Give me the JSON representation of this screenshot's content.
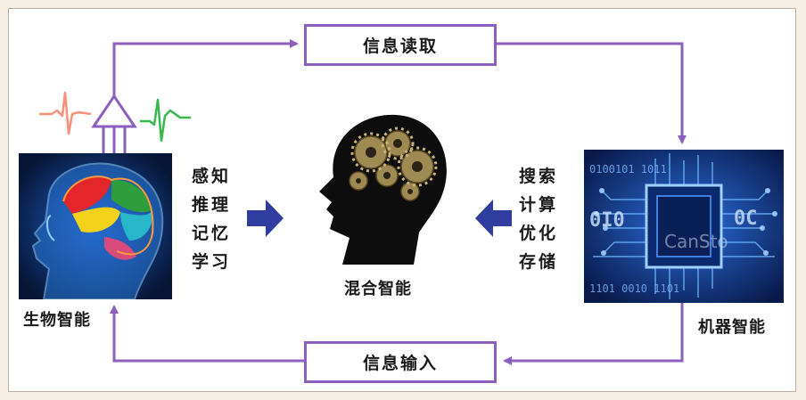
{
  "diagram": {
    "top_process": "信息读取",
    "bottom_process": "信息输入",
    "left_node": "生物智能",
    "center_node": "混合智能",
    "right_node": "机器智能",
    "left_capabilities": [
      "感知",
      "推理",
      "记忆",
      "学习"
    ],
    "right_capabilities": [
      "搜索",
      "计算",
      "优化",
      "存储"
    ],
    "watermark": "CanSto"
  },
  "colors": {
    "flow_arrow": "#8a5fbe",
    "block_arrow": "#2f3e9e",
    "signal_red": "#ff8f7a",
    "signal_green": "#36b84a",
    "frame_bg": "#f4eee5"
  },
  "icons": [
    "human-brain-icon",
    "gear-head-icon",
    "circuit-chip-icon",
    "neural-signal-icon"
  ]
}
